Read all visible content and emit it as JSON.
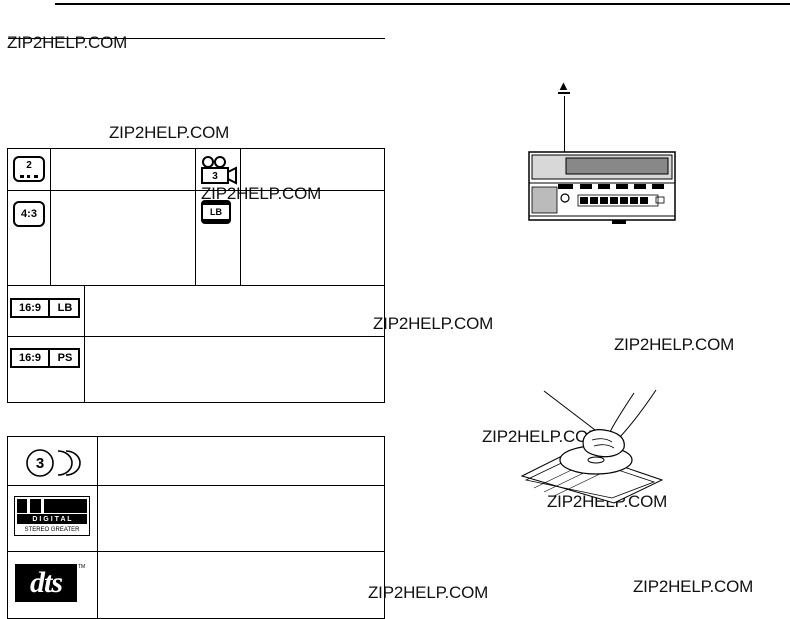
{
  "watermark": "ZIP2HELP.COM",
  "top_table": {
    "icons": {
      "multi_angle": "2",
      "subtitle_camera": "3",
      "ratio_4_3": "4:3",
      "letterbox": "LB",
      "wide_lb": [
        "16:9",
        "LB"
      ],
      "wide_ps": [
        "16:9",
        "PS"
      ]
    }
  },
  "bottom_table": {
    "cd_number": "3",
    "digital_logo": {
      "top": "D I G I T A L",
      "bottom": "STEREO GREATER"
    },
    "dts_logo": "dts",
    "dts_tm": "TM"
  },
  "player": {
    "eject_symbol": "▲"
  }
}
